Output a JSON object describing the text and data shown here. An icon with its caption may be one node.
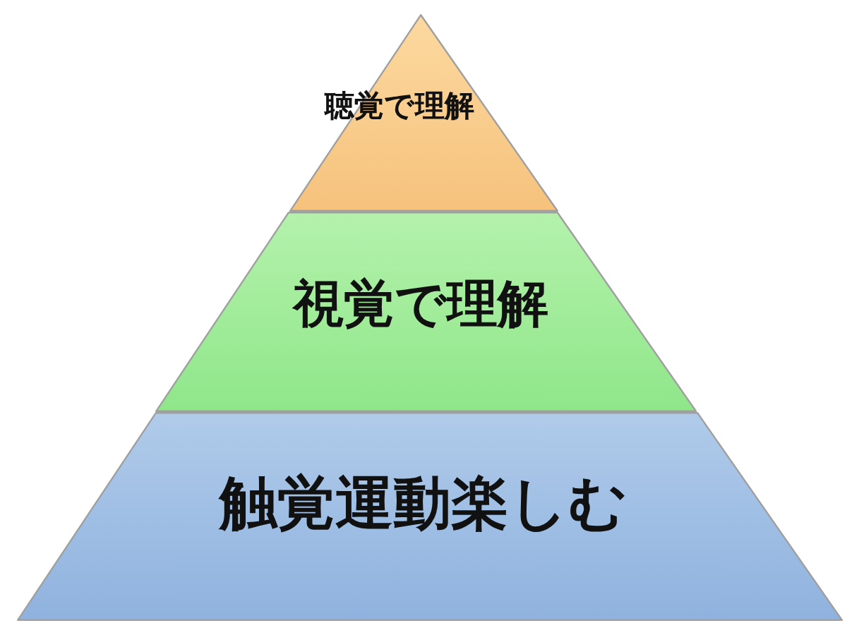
{
  "diagram": {
    "nodes": [
      {
        "text": [
          "聴覚で理解"
        ]
      },
      {
        "text": [
          "視覚で理解"
        ]
      },
      {
        "text": [
          "触覚運動楽しむ"
        ]
      }
    ]
  }
}
